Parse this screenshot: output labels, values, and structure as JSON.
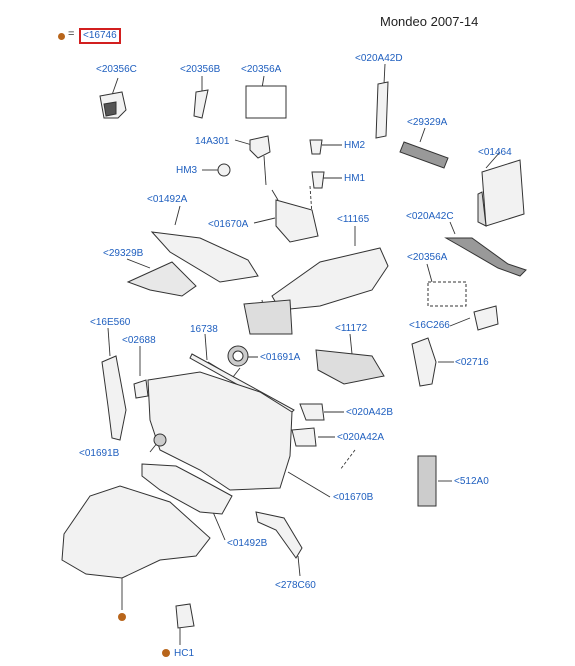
{
  "title": "Mondeo 2007-14",
  "legend": {
    "equals": "=",
    "ref": "<16746"
  },
  "colors": {
    "label": "#1f5fbf",
    "marker": "#b8651b",
    "highlight": "#d21f1f"
  },
  "labels": {
    "p20356C": "<20356C",
    "p20356B": "<20356B",
    "p20356A_top": "<20356A",
    "p020A42D": "<020A42D",
    "p14A301": "14A301",
    "pHM2": "HM2",
    "pHM3": "HM3",
    "pHM1": "HM1",
    "p29329A": "<29329A",
    "p01464": "<01464",
    "p01492A": "<01492A",
    "p01670A": "<01670A",
    "p11165": "<11165",
    "p020A42C": "<020A42C",
    "p29329B": "<29329B",
    "p20356A_mid": "<20356A",
    "p16E560": "<16E560",
    "p16738": "16738",
    "p16C266": "<16C266",
    "p02688": "<02688",
    "p01691A": "<01691A",
    "p11172": "<11172",
    "p02716": "<02716",
    "p020A42B": "<020A42B",
    "p020A42A": "<020A42A",
    "p01691B": "<01691B",
    "p01670B": "<01670B",
    "p512A0": "<512A0",
    "p01492B": "<01492B",
    "p278C60": "<278C60",
    "pHC1": "HC1"
  }
}
